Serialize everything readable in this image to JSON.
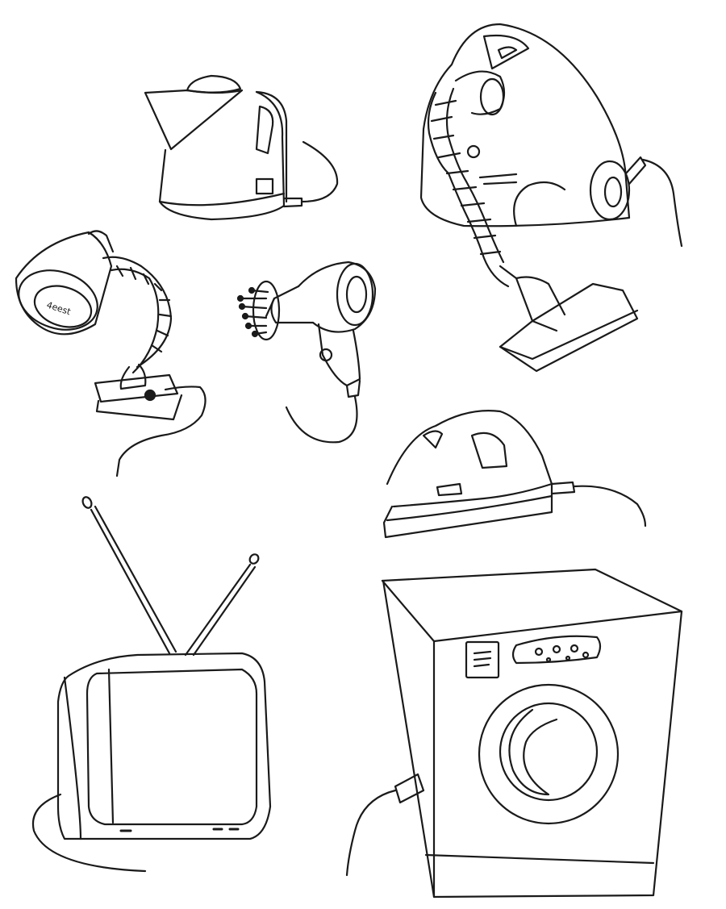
{
  "items": [
    {
      "id": "kettle",
      "icon": "kettle-icon"
    },
    {
      "id": "vacuum-cleaner",
      "icon": "vacuum-cleaner-icon"
    },
    {
      "id": "desk-lamp",
      "icon": "desk-lamp-icon"
    },
    {
      "id": "hair-dryer",
      "icon": "hair-dryer-icon"
    },
    {
      "id": "iron",
      "icon": "iron-icon"
    },
    {
      "id": "television",
      "icon": "television-icon"
    },
    {
      "id": "washing-machine",
      "icon": "washing-machine-icon"
    }
  ],
  "lamp_label": "4eest",
  "colors": {
    "line": "#1a1a1a",
    "background": "#ffffff"
  }
}
